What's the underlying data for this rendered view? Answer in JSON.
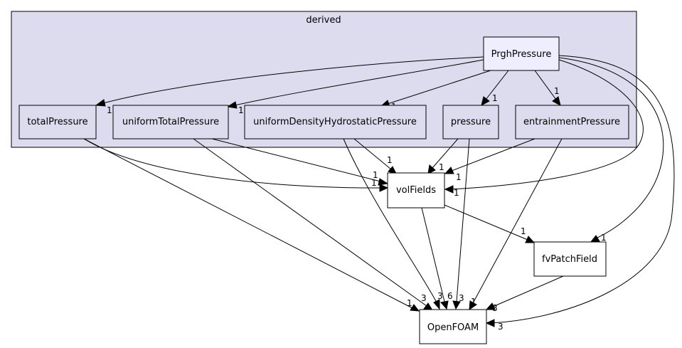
{
  "cluster": {
    "label": "derived",
    "fill": "#dddcee",
    "stroke": "#000000"
  },
  "nodes": {
    "PrghPressure": {
      "label": "PrghPressure",
      "fill": "#eeeeff"
    },
    "totalPressure": {
      "label": "totalPressure",
      "fill": "#dddcee"
    },
    "uniformTotalPressure": {
      "label": "uniformTotalPressure",
      "fill": "#dddcee"
    },
    "uniformDensityHydrostaticPressure": {
      "label": "uniformDensityHydrostaticPressure",
      "fill": "#dddcee"
    },
    "pressure": {
      "label": "pressure",
      "fill": "#dddcee"
    },
    "entrainmentPressure": {
      "label": "entrainmentPressure",
      "fill": "#dddcee"
    },
    "volFields": {
      "label": "volFields",
      "fill": "#ffffff"
    },
    "fvPatchField": {
      "label": "fvPatchField",
      "fill": "#ffffff"
    },
    "OpenFOAM": {
      "label": "OpenFOAM",
      "fill": "#ffffff",
      "stroke": "#cc0000"
    }
  },
  "edge_labels": {
    "prgh_total": "1",
    "prgh_uniformTotal": "1",
    "prgh_uniformDensity": "1",
    "prgh_pressure": "1",
    "prgh_entrainment": "1",
    "prgh_volFields": "1",
    "prgh_fvPatchField": "1",
    "prgh_openfoam": "3",
    "total_volFields": "1",
    "total_openfoam": "1",
    "uniformTotal_volFields": "1",
    "uniformTotal_openfoam": "3",
    "uniformDensity_volFields": "1",
    "uniformDensity_openfoam": "3",
    "pressure_volFields": "1",
    "pressure_openfoam": "3",
    "entrainment_volFields": "1",
    "entrainment_openfoam": "1",
    "volFields_openfoam": "6",
    "volFields_fvPatchField": "1",
    "fvPatchField_openfoam": "8"
  }
}
